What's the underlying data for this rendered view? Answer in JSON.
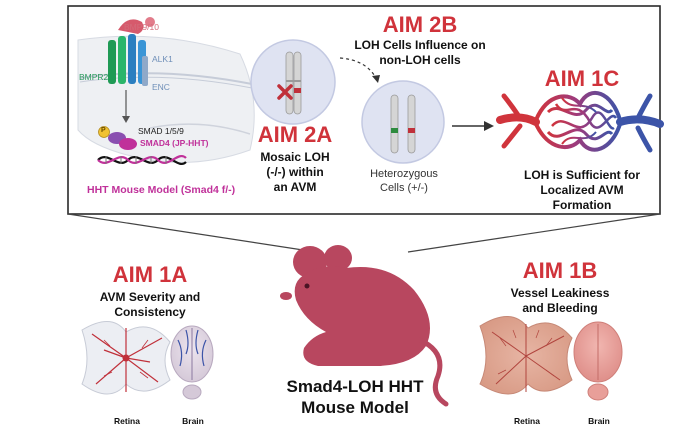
{
  "pathway": {
    "bmp_label": "BMP9/10",
    "bmpr2_label": "BMPR2",
    "alk1_label": "ALK1",
    "enc_label": "ENC",
    "p_label": "P",
    "smad159_label": "SMAD 1/5/9",
    "smad4_label": "SMAD4 (JP-HHT)",
    "model_label": "HHT Mouse Model (Smad4 f/-)"
  },
  "aim2a": {
    "title": "AIM 2A",
    "lines": [
      "Mosaic LOH",
      "(-/-) within",
      "an AVM"
    ]
  },
  "aim2b": {
    "title": "AIM 2B",
    "lines": [
      "LOH Cells Influence on",
      "non-LOH cells"
    ],
    "cell_lines": [
      "Heterozygous",
      "Cells (+/-)"
    ]
  },
  "aim1c": {
    "title": "AIM 1C",
    "lines": [
      "LOH is Sufficient for",
      "Localized AVM",
      "Formation"
    ]
  },
  "aim1a": {
    "title": "AIM 1A",
    "lines": [
      "AVM Severity and",
      "Consistency"
    ],
    "retina_label": "Retina",
    "brain_label": "Brain"
  },
  "aim1b": {
    "title": "AIM 1B",
    "lines": [
      "Vessel Leakiness",
      "and Bleeding"
    ],
    "retina_label": "Retina",
    "brain_label": "Brain"
  },
  "mouse": {
    "lines": [
      "Smad4-LOH HHT",
      "Mouse Model"
    ]
  },
  "colors": {
    "aim_red": "#d0333b",
    "mouse": "#b8475f",
    "magenta": "#c0319a",
    "artery": "#d0343c",
    "vein": "#3c54a8",
    "cell": "#dfe3f2"
  }
}
